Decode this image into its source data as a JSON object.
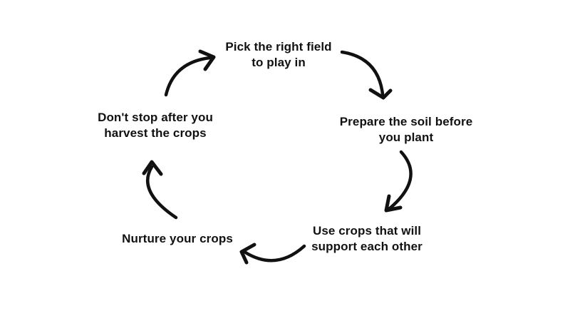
{
  "diagram": {
    "type": "cycle",
    "direction": "clockwise",
    "background_color": "#ffffff",
    "text_color": "#111111",
    "arrow_color": "#111111",
    "nodes": [
      {
        "id": "pick-field",
        "label": "Pick the right field\nto play in"
      },
      {
        "id": "prepare-soil",
        "label": "Prepare the soil before\nyou plant"
      },
      {
        "id": "use-crops",
        "label": "Use crops that will\nsupport each other"
      },
      {
        "id": "nurture",
        "label": "Nurture your crops"
      },
      {
        "id": "dont-stop",
        "label": "Don't stop after you\nharvest the crops"
      }
    ],
    "edges": [
      {
        "from": "pick-field",
        "to": "prepare-soil"
      },
      {
        "from": "prepare-soil",
        "to": "use-crops"
      },
      {
        "from": "use-crops",
        "to": "nurture"
      },
      {
        "from": "nurture",
        "to": "dont-stop"
      },
      {
        "from": "dont-stop",
        "to": "pick-field"
      }
    ]
  }
}
